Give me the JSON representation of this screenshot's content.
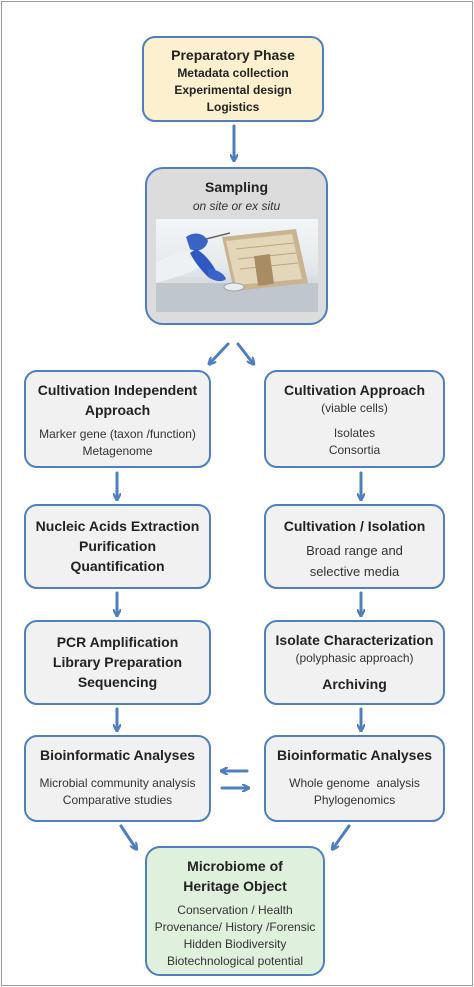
{
  "preparatory": {
    "title": "Preparatory Phase",
    "lines": [
      "Metadata collection",
      "Experimental design",
      "Logistics"
    ]
  },
  "sampling": {
    "title": "Sampling",
    "subtitle": "on site or ex situ"
  },
  "cultivation_independent": {
    "title": [
      "Cultivation Independent",
      "Approach"
    ],
    "lines": [
      "Marker gene (taxon /function)",
      "Metagenome"
    ]
  },
  "cultivation_approach": {
    "title": "Cultivation Approach",
    "subtitle": "(viable cells)",
    "lines": [
      "Isolates",
      "Consortia"
    ]
  },
  "nucleic_acids": {
    "lines": [
      "Nucleic Acids Extraction",
      "Purification",
      "Quantification"
    ]
  },
  "cultivation_isolation": {
    "title": "Cultivation / Isolation",
    "lines": [
      "Broad range and",
      "selective media"
    ]
  },
  "pcr": {
    "lines": [
      "PCR Amplification",
      "Library Preparation",
      "Sequencing"
    ]
  },
  "isolate_characterization": {
    "title": "Isolate Characterization",
    "subtitle": "(polyphasic approach)",
    "title2": "Archiving"
  },
  "bioinformatics_left": {
    "title": "Bioinformatic Analyses",
    "lines": [
      "Microbial community analysis",
      "Comparative studies"
    ]
  },
  "bioinformatics_right": {
    "title": "Bioinformatic Analyses",
    "lines": [
      "Whole genome  analysis",
      "Phylogenomics"
    ]
  },
  "microbiome": {
    "title": [
      "Microbiome of",
      "Heritage Object"
    ],
    "lines": [
      "Conservation / Health",
      "Provenance/ History /Forensic",
      "Hidden Biodiversity",
      "Biotechnological potential"
    ]
  },
  "colors": {
    "box_border": "#4f7fbe",
    "arrow": "#4f7fbe",
    "box_fill": "#f1f1f1",
    "preparatory_fill": "#fdf0cf",
    "sampling_fill": "#dcdcdc",
    "microbiome_fill": "#dff0dc"
  }
}
